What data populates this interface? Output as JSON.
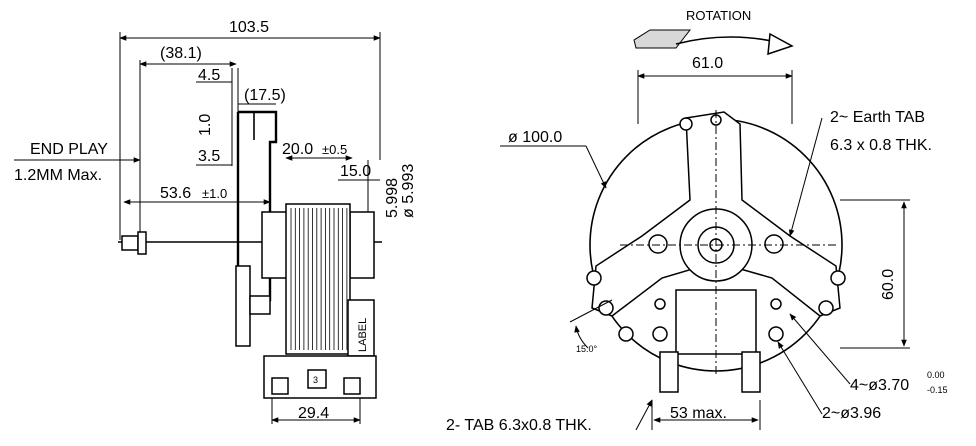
{
  "side_view": {
    "overall_length": "103.5",
    "bracket_offset": "(38.1)",
    "bracket_thickness": "4.5",
    "bracket_width": "(17.5)",
    "tab_height": "1.0",
    "tab_width": "3.5",
    "end_play_line1": "END PLAY",
    "end_play_line2": "1.2MM Max.",
    "coil_width": "20.0",
    "coil_width_tol": "±0.5",
    "shaft_ext": "15.0",
    "shaft_dia_max": "5.998",
    "shaft_dia_min": "ø 5.993",
    "shaft_position": "53.6",
    "shaft_position_tol": "±1.0",
    "base_width": "29.4",
    "terminal_label": "3",
    "label_text": "LABEL"
  },
  "front_view": {
    "rotation_label": "ROTATION",
    "mount_span": "61.0",
    "fan_diameter": "ø 100.0",
    "earth_tab_line1": "2~ Earth TAB",
    "earth_tab_line2": "6.3 x 0.8 THK.",
    "height": "60.0",
    "hole_spec": "4~ø3.70",
    "hole_tol_upper": "0.00",
    "hole_tol_lower": "-0.15",
    "hole2_spec": "2~ø3.96",
    "angle": "15.0°",
    "tab_spec": "2- TAB 6.3x0.8 THK.",
    "max_width": "53 max."
  }
}
